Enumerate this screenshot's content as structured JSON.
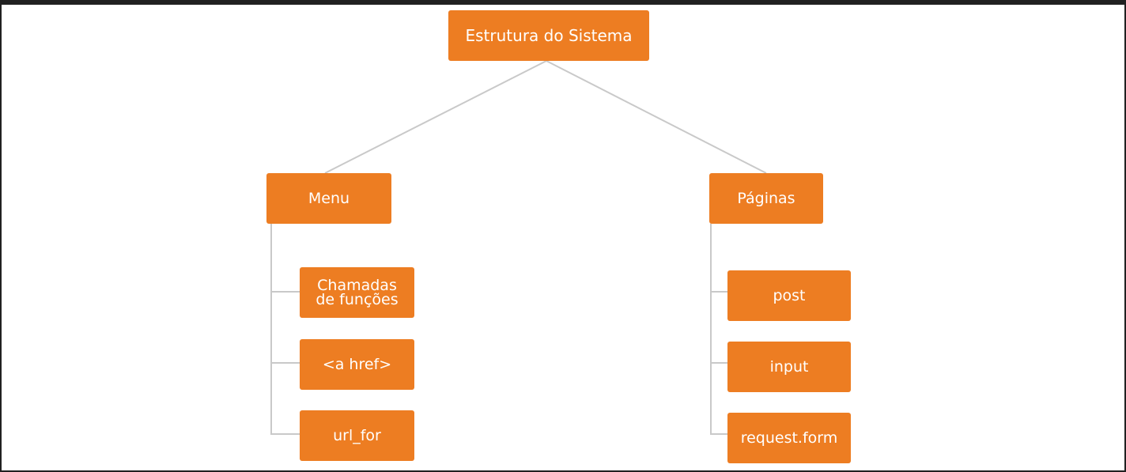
{
  "diagram": {
    "root": {
      "label": "Estrutura do Sistema"
    },
    "branches": [
      {
        "label": "Menu",
        "children": [
          "Chamadas de funções",
          "<a href>",
          "url_for"
        ]
      },
      {
        "label": "Páginas",
        "children": [
          "post",
          "input",
          "request.form"
        ]
      }
    ]
  },
  "colors": {
    "node_fill": "#ed7d22",
    "node_text": "#ffffff",
    "connector": "#c9c9c9",
    "frame": "#212121"
  }
}
